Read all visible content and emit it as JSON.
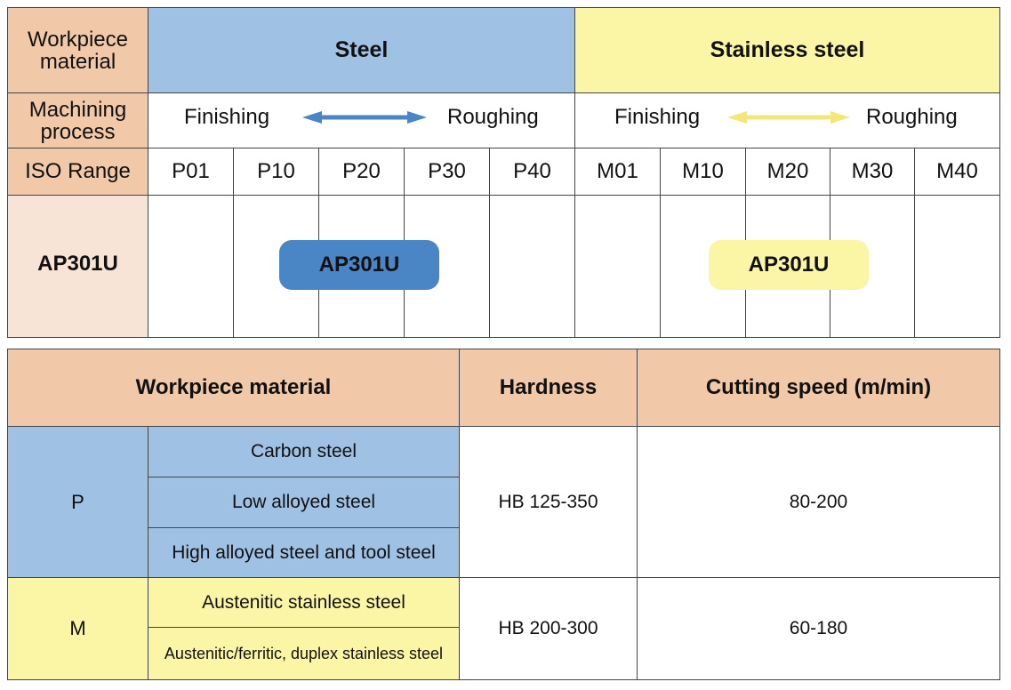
{
  "table1": {
    "row_labels": {
      "workpiece_material": "Workpiece material",
      "machining_process": "Machining process",
      "iso_range": "ISO Range",
      "product": "AP301U"
    },
    "materials": {
      "steel": "Steel",
      "stainless": "Stainless steel"
    },
    "process": {
      "finishing": "Finishing",
      "roughing": "Roughing"
    },
    "iso_p": [
      "P01",
      "P10",
      "P20",
      "P30",
      "P40"
    ],
    "iso_m": [
      "M01",
      "M10",
      "M20",
      "M30",
      "M40"
    ],
    "pill_label": "AP301U"
  },
  "table2": {
    "headers": {
      "material": "Workpiece material",
      "hardness": "Hardness",
      "speed": "Cutting speed (m/min)"
    },
    "groups": [
      {
        "code": "P",
        "materials": [
          "Carbon steel",
          "Low alloyed steel",
          "High alloyed steel and tool steel"
        ],
        "hardness": "HB 125-350",
        "speed": "80-200"
      },
      {
        "code": "M",
        "materials": [
          "Austenitic stainless steel",
          "Austenitic/ferritic, duplex stainless steel"
        ],
        "hardness": "HB 200-300",
        "speed": "60-180"
      }
    ]
  },
  "colors": {
    "peach": "#f2c9a8",
    "peach_light": "#f8e4d6",
    "steel_blue": "#9fc1e3",
    "pill_blue": "#4a86c6",
    "stainless_yellow": "#fbf5a6",
    "arrow_yellow": "#f3e877"
  }
}
